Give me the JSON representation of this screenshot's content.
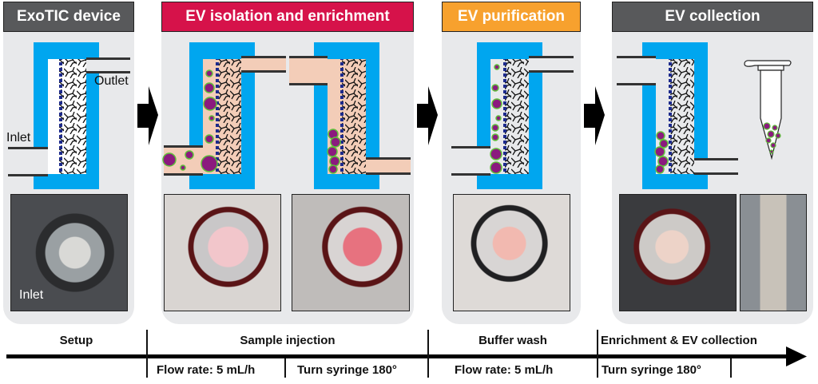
{
  "stages": [
    {
      "title": "ExoTIC device",
      "color": "#58595b"
    },
    {
      "title": "EV isolation and enrichment",
      "color": "#d6124a"
    },
    {
      "title": "EV purification",
      "color": "#f7a12e"
    },
    {
      "title": "EV collection",
      "color": "#58595b"
    }
  ],
  "annotations": {
    "outlet": "Outlet",
    "inlet": "Inlet",
    "photo_inlet": "Inlet"
  },
  "colors": {
    "device_frame": "#00a6ef",
    "filter_dots": "#1c2a8c",
    "ev_purple": "#8b1a7e",
    "ev_ring": "#5fbf3a",
    "sample_fluid": "#f3cdb8",
    "panel_bg": "#e8e9eb"
  },
  "timeline": {
    "phases": [
      "Setup",
      "Sample injection",
      "Buffer wash",
      "Enrichment & EV collection"
    ],
    "steps": [
      "Flow rate: 5 mL/h",
      "Turn syringe 180°",
      "Flow rate: 5 mL/h",
      "Turn syringe 180°"
    ]
  }
}
